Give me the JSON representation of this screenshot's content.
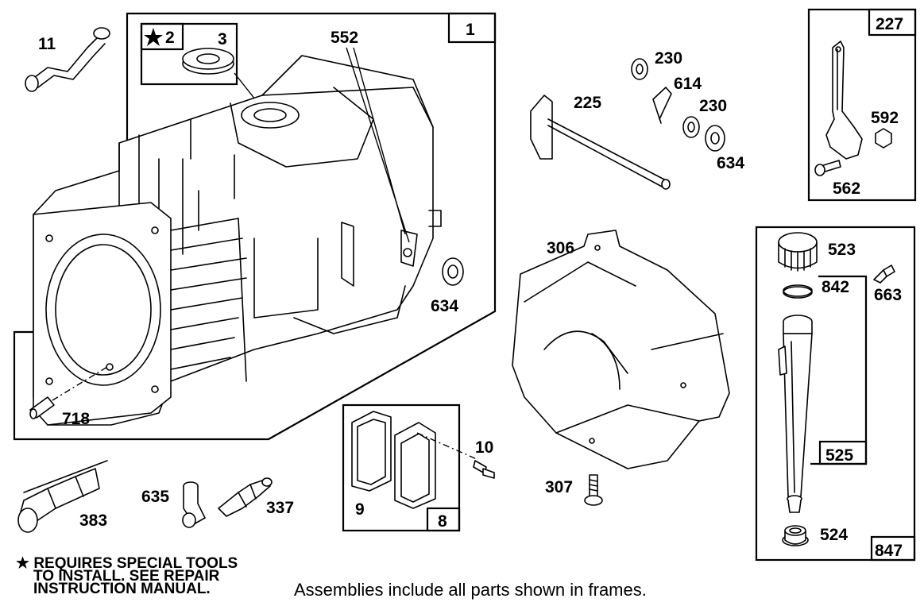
{
  "labels": {
    "p1": "1",
    "p2": "2",
    "p3": "3",
    "p552": "552",
    "p11": "11",
    "p634a": "634",
    "p718": "718",
    "p383": "383",
    "p635": "635",
    "p337": "337",
    "p9": "9",
    "p8": "8",
    "p10": "10",
    "p225": "225",
    "p230a": "230",
    "p614": "614",
    "p230b": "230",
    "p634b": "634",
    "p306": "306",
    "p307": "307",
    "p227": "227",
    "p592": "592",
    "p562": "562",
    "p523": "523",
    "p842": "842",
    "p663": "663",
    "p525": "525",
    "p524": "524",
    "p847": "847"
  },
  "note": {
    "line1": "REQUIRES SPECIAL TOOLS",
    "line2": "TO INSTALL.  SEE REPAIR",
    "line3": "INSTRUCTION MANUAL."
  },
  "caption": "Assemblies include all parts shown in frames.",
  "icons": {
    "star": "star-icon"
  }
}
